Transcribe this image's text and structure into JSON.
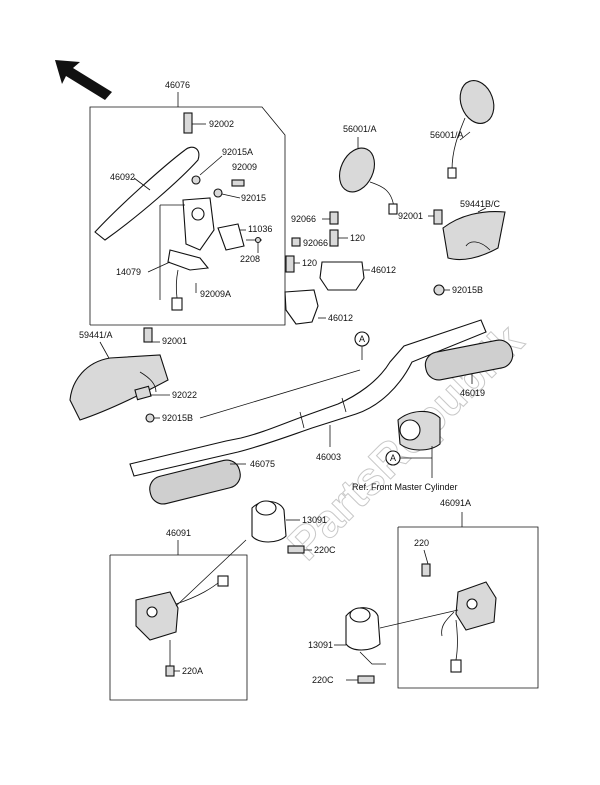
{
  "watermark": "PartsRepublik",
  "parts": {
    "p46076": "46076",
    "p92002": "92002",
    "p92015A": "92015A",
    "p92009": "92009",
    "p92015": "92015",
    "p46092": "46092",
    "p11036": "11036",
    "p2208": "2208",
    "p14079": "14079",
    "p92009A": "92009A",
    "p56001A_left": "56001/A",
    "p56001A_right": "56001/A",
    "p92066_a": "92066",
    "p92066_b": "92066",
    "p120_a": "120",
    "p120_b": "120",
    "p46012_a": "46012",
    "p46012_b": "46012",
    "p92001_r": "92001",
    "p59441BC": "59441B/C",
    "p92015B": "92015B",
    "p59441A": "59441/A",
    "p92001_l": "92001",
    "p92022": "92022",
    "p92015B_l": "92015B",
    "p46019": "46019",
    "p46003": "46003",
    "p46075": "46075",
    "pA_top": "A",
    "pA_bottom": "A",
    "ref": "Ref. Front Master Cylinder",
    "p13091_top": "13091",
    "p220C_top": "220C",
    "p46091": "46091",
    "p220A": "220A",
    "p46091A": "46091A",
    "p220": "220",
    "p13091_bottom": "13091",
    "p220C_bottom": "220C"
  }
}
